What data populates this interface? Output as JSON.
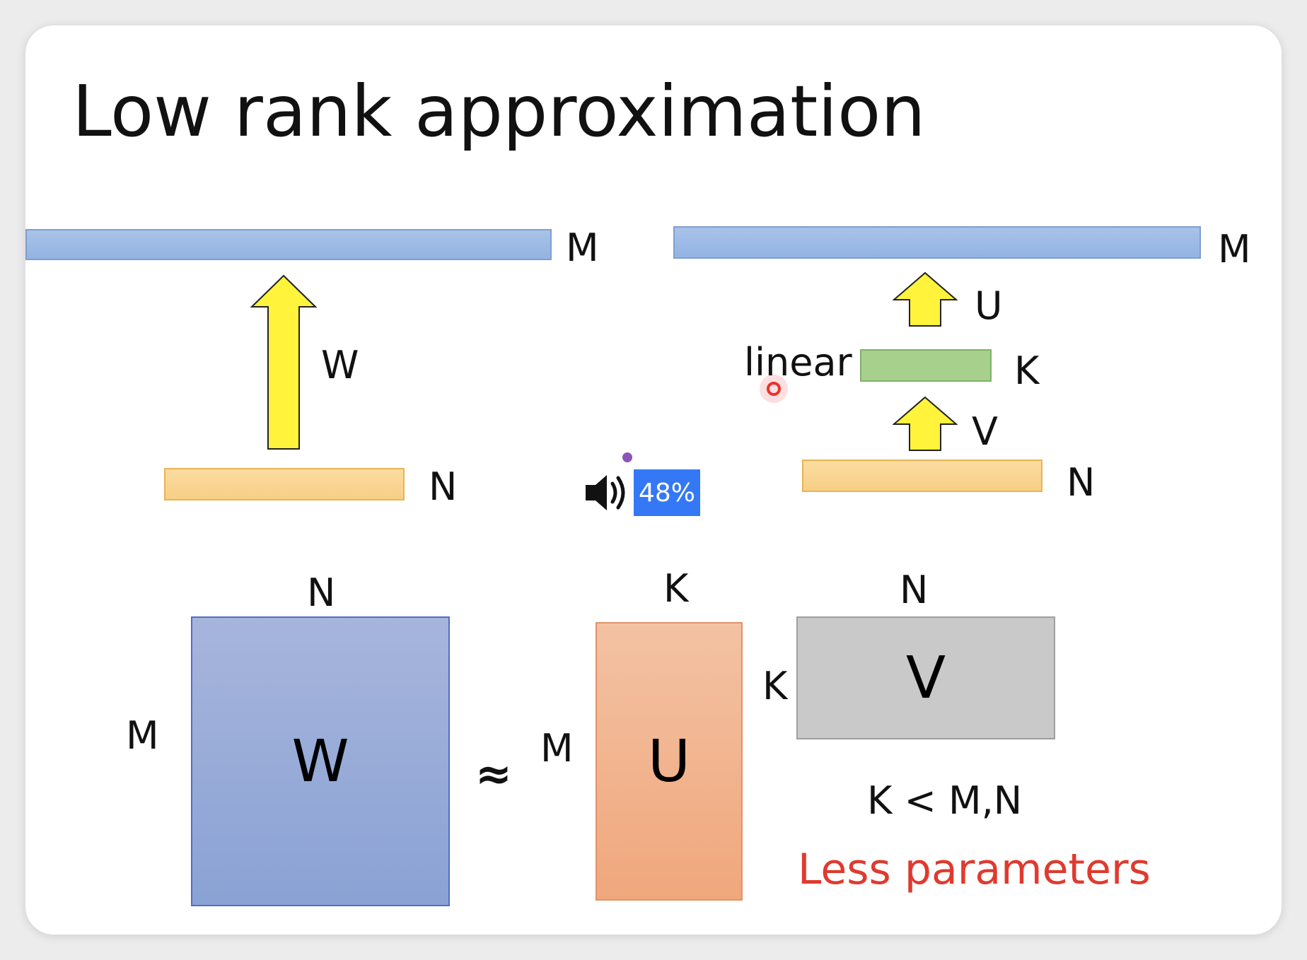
{
  "slide": {
    "title": "Low rank approximation",
    "top_left": {
      "output_label": "M",
      "weight_label": "W",
      "input_label": "N"
    },
    "top_right": {
      "output_label": "M",
      "u_label": "U",
      "linear_label": "linear",
      "hidden_label": "K",
      "v_label": "V",
      "input_label": "N"
    },
    "matrices": {
      "w": {
        "name": "W",
        "cols_label": "N",
        "rows_label": "M"
      },
      "approx_symbol": "≈",
      "u": {
        "name": "U",
        "cols_label": "K",
        "rows_label": "M"
      },
      "v": {
        "name": "V",
        "cols_label": "N",
        "rows_label": "K"
      }
    },
    "constraint": "K < M,N",
    "note": "Less parameters"
  },
  "overlay": {
    "volume_percent": "48%",
    "icons": [
      "speaker-icon",
      "cursor-dot-icon"
    ]
  },
  "colors": {
    "blue_bar": "#9cb9e5",
    "orange_bar": "#f9d592",
    "green_bar": "#a8d08d",
    "arrow_yellow": "#fff33b",
    "matrix_w": "#97abd8",
    "matrix_u": "#f1b38f",
    "matrix_v": "#c9c9c9",
    "note_red": "#e03a2f",
    "volume_badge": "#3478f6"
  }
}
